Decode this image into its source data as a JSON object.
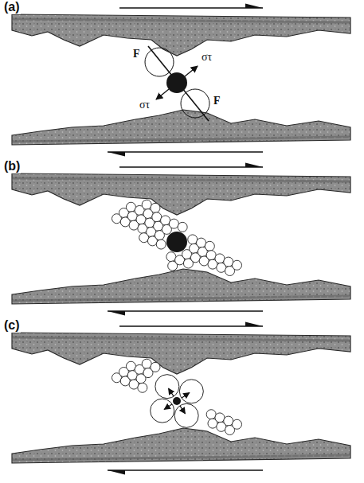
{
  "diagram": {
    "labels": [
      "(a)",
      "F",
      "στ",
      "στ",
      "F",
      "(b)",
      "(c)"
    ]
  }
}
